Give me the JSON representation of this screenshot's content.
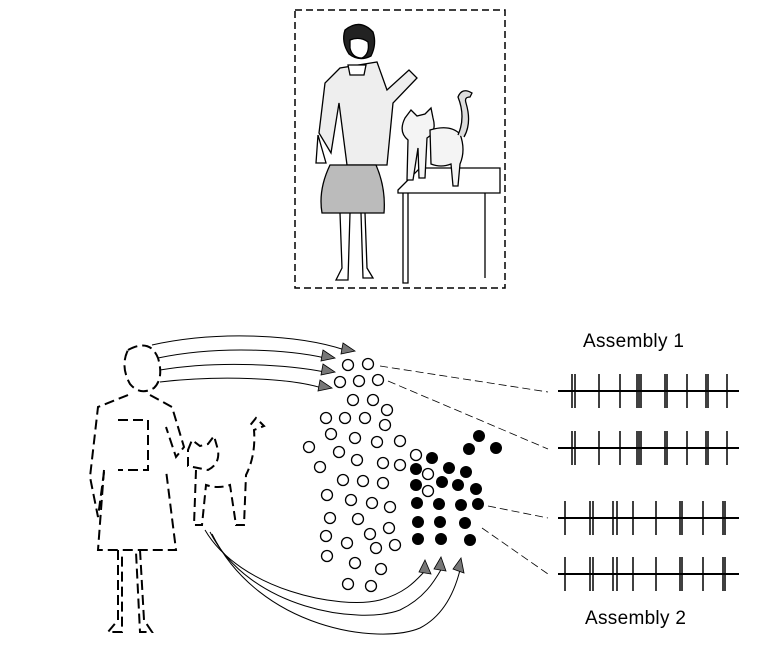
{
  "labels": {
    "assembly_1": "Assembly 1",
    "assembly_2": "Assembly 2"
  },
  "colors": {
    "ink": "#000000",
    "arrow_fill": "#777777",
    "skirt_shade": "#aaaaaa",
    "background": "#ffffff"
  },
  "icons": {
    "photo": "woman-with-cat-illustration",
    "neurons_open": "open-circle",
    "neurons_filled": "filled-circle",
    "spike_train": "spike-raster"
  }
}
